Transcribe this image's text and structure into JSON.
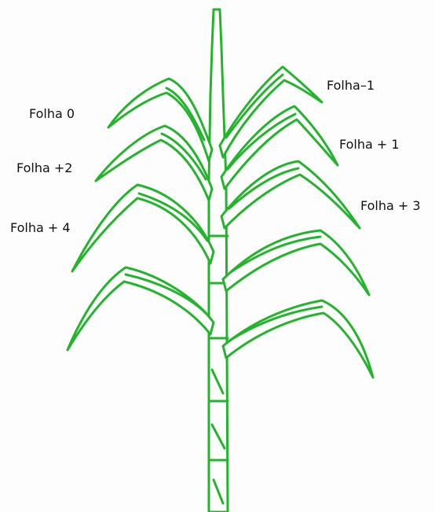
{
  "labels": {
    "leaf_minus_1": "Folha–1",
    "leaf_0": "Folha 0",
    "leaf_plus_1": "Folha + 1",
    "leaf_plus_2": "Folha +2",
    "leaf_plus_3": "Folha + 3",
    "leaf_plus_4": "Folha + 4"
  },
  "colors": {
    "background": "#fdfdfd",
    "plant_outline": "#22b52c",
    "plant_fill": "#ffffff",
    "label_text": "#111111"
  }
}
